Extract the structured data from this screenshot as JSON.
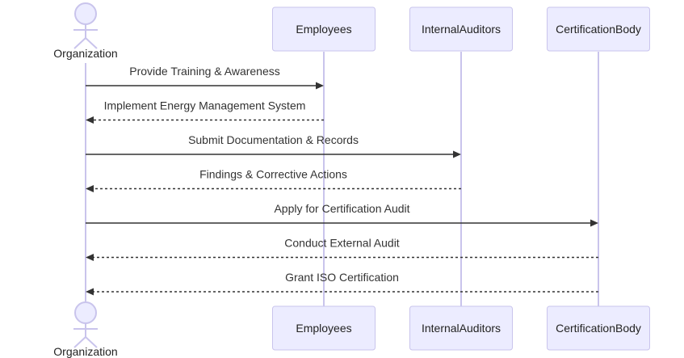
{
  "colors": {
    "participant_fill": "#ececff",
    "participant_stroke": "#c9c4ec",
    "message_line": "#333333",
    "text": "#222222"
  },
  "participants": [
    {
      "id": "org",
      "label": "Organization",
      "kind": "actor",
      "icon": "stick-figure-icon"
    },
    {
      "id": "emp",
      "label": "Employees",
      "kind": "box"
    },
    {
      "id": "aud",
      "label": "InternalAuditors",
      "kind": "box"
    },
    {
      "id": "cert",
      "label": "CertificationBody",
      "kind": "box"
    }
  ],
  "messages": [
    {
      "from": "org",
      "to": "emp",
      "text": "Provide Training & Awareness",
      "style": "solid"
    },
    {
      "from": "emp",
      "to": "org",
      "text": "Implement Energy Management System",
      "style": "dashed"
    },
    {
      "from": "org",
      "to": "aud",
      "text": "Submit Documentation & Records",
      "style": "solid"
    },
    {
      "from": "aud",
      "to": "org",
      "text": "Findings & Corrective Actions",
      "style": "dashed"
    },
    {
      "from": "org",
      "to": "cert",
      "text": "Apply for Certification Audit",
      "style": "solid"
    },
    {
      "from": "cert",
      "to": "org",
      "text": "Conduct External Audit",
      "style": "dashed"
    },
    {
      "from": "cert",
      "to": "org",
      "text": "Grant ISO Certification",
      "style": "dashed"
    }
  ]
}
